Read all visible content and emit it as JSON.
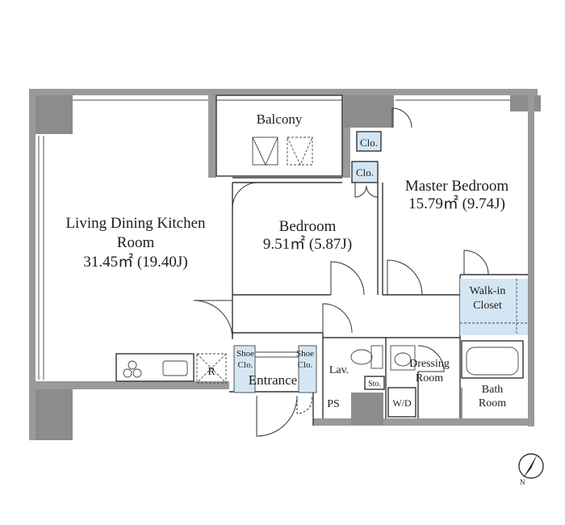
{
  "rooms": {
    "ldk": {
      "line1": "Living Dining Kitchen",
      "line2": "Room",
      "area": "31.45㎡ (19.40J)"
    },
    "bedroom": {
      "line1": "Bedroom",
      "area": "9.51㎡ (5.87J)"
    },
    "master": {
      "line1": "Master Bedroom",
      "area": "15.79㎡ (9.74J)"
    },
    "balcony": "Balcony",
    "clo_a": "Clo.",
    "clo_b": "Clo.",
    "walkin1": "Walk-in",
    "walkin2": "Closet",
    "shoe_left1": "Shoe",
    "shoe_left2": "Clo.",
    "shoe_right1": "Shoe",
    "shoe_right2": "Clo.",
    "entrance": "Entrance",
    "lav": "Lav.",
    "dressing1": "Dressing",
    "dressing2": "Room",
    "sto": "Sto.",
    "bath1": "Bath",
    "bath2": "Room",
    "ps": "PS",
    "wd": "W/D",
    "fridge": "R"
  },
  "compass": {
    "label": "N"
  }
}
